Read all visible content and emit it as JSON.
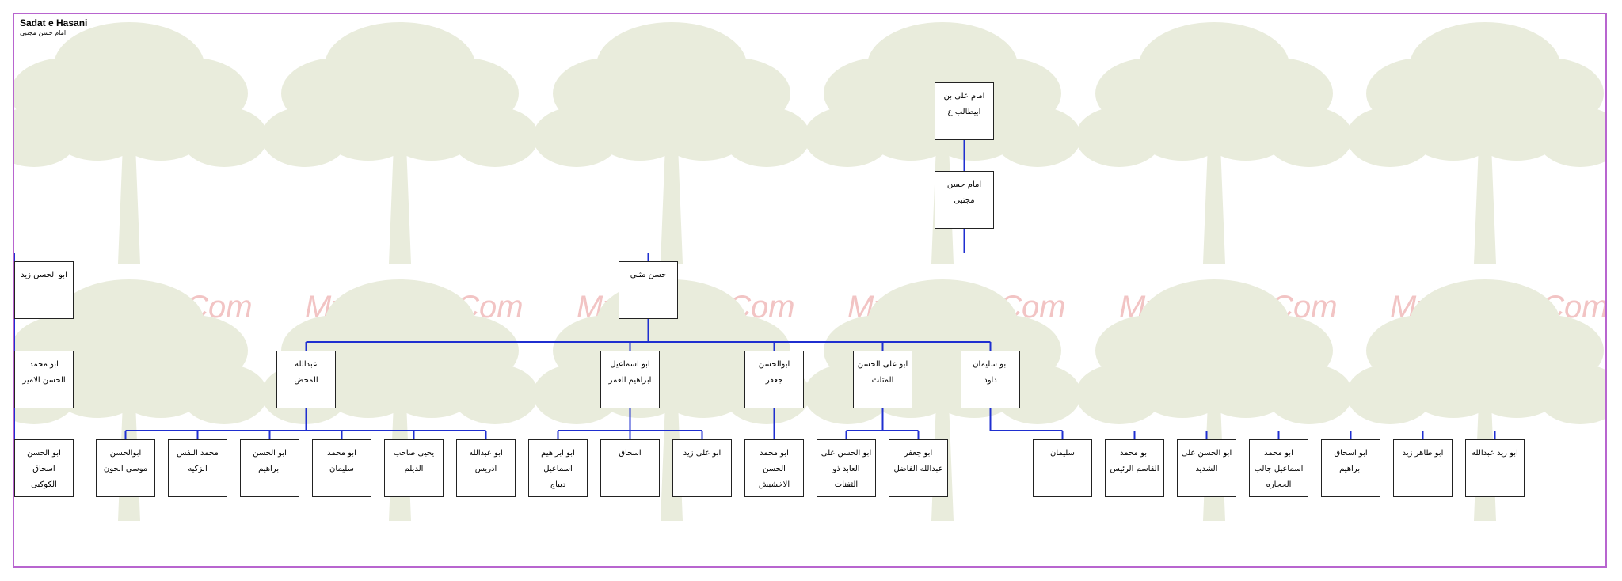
{
  "header": {
    "title": "Sadat e Hasani",
    "subtitle": "امام حسن مجتبی"
  },
  "watermark": {
    "text": "My Nasab Com",
    "tree_color": "#e9ecdc",
    "text_color": "#f2c4c4"
  },
  "colors": {
    "frame": "#b865cf",
    "connector": "#1f2fd0",
    "node_border": "#222222"
  },
  "tree": {
    "label": "امام علی بن\nابیطالب ع",
    "children": [
      {
        "label": "امام حسن\nمجتبی",
        "children": [
          {
            "label": "حسن مثنی",
            "children": [
              {
                "label": "عبدالله\nالمحض",
                "children": [
                  {
                    "label": "ابوالحسن\nموسی الجون"
                  },
                  {
                    "label": "محمد النفس\nالزکیه"
                  },
                  {
                    "label": "ابو الحسن\nابراهیم"
                  },
                  {
                    "label": "ابو محمد\nسلیمان"
                  },
                  {
                    "label": "یحیی صاحب\nالدیلم"
                  },
                  {
                    "label": "ابو عبدالله\nادریس"
                  }
                ]
              },
              {
                "label": "ابو اسماعیل\nابراهیم الغمر",
                "children": [
                  {
                    "label": "ابو ابراهیم\nاسماعیل\nدیباج"
                  },
                  {
                    "label": "اسحاق"
                  },
                  {
                    "label": "ابو علی زید"
                  }
                ]
              },
              {
                "label": "ابوالحسن\nجعفر",
                "children": [
                  {
                    "label": "ابو محمد\nالحسن\nالاخشیش"
                  }
                ]
              },
              {
                "label": "ابو علی الحسن\nالمثلث",
                "children": [
                  {
                    "label": "ابو الحسن علی\nالعابد ذو\nالثفنات"
                  },
                  {
                    "label": "ابو جعفر\nعبدالله الفاضل"
                  }
                ]
              },
              {
                "label": "ابو سلیمان\nداود",
                "children": [
                  {
                    "label": "سلیمان"
                  }
                ]
              }
            ]
          },
          {
            "label": "ابو الحسن زید",
            "children": [
              {
                "label": "ابو محمد\nالحسن الامیر",
                "children": [
                  {
                    "label": "ابو محمد\nالقاسم الرئیس"
                  },
                  {
                    "label": "ابو الحسن علی\nالشدید"
                  },
                  {
                    "label": "ابو محمد\nاسماعیل جالب\nالحجاره"
                  },
                  {
                    "label": "ابو اسحاق\nابراهیم"
                  },
                  {
                    "label": "ابو طاهر زید"
                  },
                  {
                    "label": "ابو زید عبدالله"
                  },
                  {
                    "label": "ابو الحسن\nاسحاق\nالکوکبی"
                  }
                ]
              }
            ]
          }
        ]
      }
    ]
  }
}
